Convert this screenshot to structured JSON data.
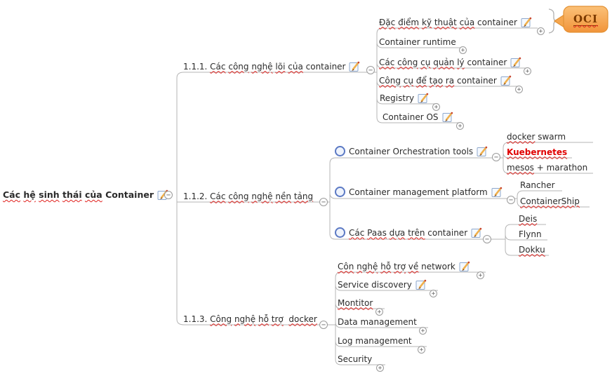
{
  "app": {
    "title": "Container ecosystem mind map"
  },
  "colors": {
    "line": "#b5b5b5",
    "text": "#2b2b2b",
    "squiggle": "#e0201c",
    "highlight": "#e00000",
    "callout_fill_top": "#fbc178",
    "callout_fill_bottom": "#f1943a",
    "callout_border": "#e39133",
    "callout_text": "#7c3a00"
  },
  "glyphs": {
    "plus": "+",
    "minus": "−"
  },
  "icons": {
    "edit": "edit-icon",
    "priority": "circle-icon"
  },
  "callout": {
    "label": "OCI"
  },
  "nodes": {
    "root": {
      "label": "Các hệ sinh thái của Container",
      "segments": [
        {
          "t": "Các ",
          "sp": true
        },
        {
          "t": "hệ ",
          "sp": true
        },
        {
          "t": "sinh ",
          "sp": true
        },
        {
          "t": "thái ",
          "sp": true
        },
        {
          "t": "của ",
          "sp": true
        },
        {
          "t": "Container"
        }
      ]
    },
    "b1": {
      "label": "1.1.1. Các công nghệ lõi của container",
      "segments": [
        {
          "t": "1.1.1. "
        },
        {
          "t": "Các ",
          "sp": true
        },
        {
          "t": "công ",
          "sp": true
        },
        {
          "t": "nghệ ",
          "sp": true
        },
        {
          "t": "lõi ",
          "sp": true
        },
        {
          "t": "của ",
          "sp": true
        },
        {
          "t": "container"
        }
      ]
    },
    "dacdiem": {
      "label": "Đặc điểm kỹ thuật của container",
      "segments": [
        {
          "t": "Đặc ",
          "sp": true
        },
        {
          "t": "điểm ",
          "sp": true
        },
        {
          "t": "kỹ ",
          "sp": true
        },
        {
          "t": "thuật ",
          "sp": true
        },
        {
          "t": "của ",
          "sp": true
        },
        {
          "t": "container"
        }
      ]
    },
    "runtime": {
      "label": "Container runtime",
      "segments": [
        {
          "t": "Container runtime"
        }
      ]
    },
    "quanly": {
      "label": "Các công cụ quản lý container",
      "segments": [
        {
          "t": "Các ",
          "sp": true
        },
        {
          "t": "công ",
          "sp": true
        },
        {
          "t": "cụ ",
          "sp": true
        },
        {
          "t": "quản ",
          "sp": true
        },
        {
          "t": "lý ",
          "sp": true
        },
        {
          "t": "container"
        }
      ]
    },
    "taora": {
      "label": "Công cụ để tạo ra container",
      "segments": [
        {
          "t": "Công ",
          "sp": true
        },
        {
          "t": "cụ ",
          "sp": true
        },
        {
          "t": "để ",
          "sp": true
        },
        {
          "t": "tạo ",
          "sp": true
        },
        {
          "t": "ra ",
          "sp": true
        },
        {
          "t": "container"
        }
      ]
    },
    "registry": {
      "label": "Registry",
      "segments": [
        {
          "t": "Registry"
        }
      ]
    },
    "os": {
      "label": "Container OS",
      "segments": [
        {
          "t": "Container OS"
        }
      ]
    },
    "b2": {
      "label": "1.1.2. Các công nghệ nền tảng",
      "segments": [
        {
          "t": "1.1.2. "
        },
        {
          "t": "Các ",
          "sp": true
        },
        {
          "t": "công ",
          "sp": true
        },
        {
          "t": "nghệ ",
          "sp": true
        },
        {
          "t": "nền ",
          "sp": true
        },
        {
          "t": "tảng",
          "sp": true
        }
      ]
    },
    "orch": {
      "label": "Container Orchestration tools",
      "segments": [
        {
          "t": "Container Orchestration tools"
        }
      ]
    },
    "dswarm": {
      "label": "docker swarm",
      "segments": [
        {
          "t": "docker ",
          "sp": true
        },
        {
          "t": "swarm"
        }
      ]
    },
    "kueb": {
      "label": "Kuebernetes",
      "segments": [
        {
          "t": "Kuebernetes",
          "sp": true
        }
      ]
    },
    "mesos": {
      "label": "mesos + marathon",
      "segments": [
        {
          "t": "mesos ",
          "sp": true
        },
        {
          "t": "+ marathon"
        }
      ]
    },
    "mgmt": {
      "label": "Container management platform",
      "segments": [
        {
          "t": "Container management platform"
        }
      ]
    },
    "rancher": {
      "label": "Rancher",
      "segments": [
        {
          "t": "Rancher"
        }
      ]
    },
    "cship": {
      "label": "ContainerShip",
      "segments": [
        {
          "t": "ContainerShip",
          "sp": true
        }
      ]
    },
    "paas": {
      "label": "Các Paas dựa trên container",
      "segments": [
        {
          "t": "Các ",
          "sp": true
        },
        {
          "t": "Paas ",
          "sp": true
        },
        {
          "t": "dựa ",
          "sp": true
        },
        {
          "t": "trên ",
          "sp": true
        },
        {
          "t": "container"
        }
      ]
    },
    "deis": {
      "label": "Deis",
      "segments": [
        {
          "t": "Deis",
          "sp": true
        }
      ]
    },
    "flynn": {
      "label": "Flynn",
      "segments": [
        {
          "t": "Flynn"
        }
      ]
    },
    "dokku": {
      "label": "Dokku",
      "segments": [
        {
          "t": "Dokku",
          "sp": true
        }
      ]
    },
    "b3": {
      "label": "1.1.3. Công nghệ hỗ trợ  docker",
      "segments": [
        {
          "t": "1.1.3. "
        },
        {
          "t": "Công ",
          "sp": true
        },
        {
          "t": "nghệ ",
          "sp": true
        },
        {
          "t": "hỗ ",
          "sp": true
        },
        {
          "t": "trợ ",
          "sp": true
        },
        {
          "t": " "
        },
        {
          "t": "docker",
          "sp": true
        }
      ]
    },
    "network": {
      "label": "Côn nghệ hỗ trợ về network",
      "segments": [
        {
          "t": "Côn ",
          "sp": true
        },
        {
          "t": "nghệ ",
          "sp": true
        },
        {
          "t": "hỗ ",
          "sp": true
        },
        {
          "t": "trợ ",
          "sp": true
        },
        {
          "t": "về ",
          "sp": true
        },
        {
          "t": "network"
        }
      ]
    },
    "service": {
      "label": "Service discovery",
      "segments": [
        {
          "t": "Service discovery"
        }
      ]
    },
    "montitor": {
      "label": "Montitor",
      "segments": [
        {
          "t": "Montitor",
          "sp": true
        }
      ]
    },
    "datam": {
      "label": "Data management",
      "segments": [
        {
          "t": "Data management"
        }
      ]
    },
    "logm": {
      "label": "Log management",
      "segments": [
        {
          "t": "Log management"
        }
      ]
    },
    "security": {
      "label": "Security",
      "segments": [
        {
          "t": "Security"
        }
      ]
    }
  }
}
